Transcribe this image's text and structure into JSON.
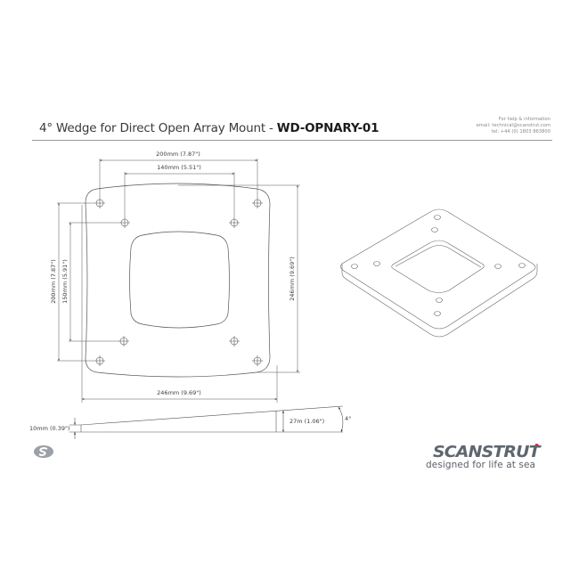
{
  "header": {
    "title_prefix": "4° Wedge for Direct Open Array Mount - ",
    "part_number": "WD-OPNARY-01",
    "help": {
      "line1": "For help & information",
      "line2": "email: technical@scanstrut.com",
      "line3": "tel:  +44 (0) 1803 863800"
    }
  },
  "top_view": {
    "dim_hole_outer_width": "200mm (7.87\")",
    "dim_hole_inner_width": "140mm (5.51\")",
    "dim_hole_outer_height": "200mm (7.87\")",
    "dim_hole_inner_height": "150mm (5.91\")",
    "dim_overall_height": "246mm (9.69\")",
    "dim_overall_width": "246mm (9.69\")"
  },
  "side_view": {
    "dim_thin_end": "10mm (0.39\")",
    "dim_thick_end": "27m (1.06\")",
    "dim_angle": "4°"
  },
  "brand": {
    "name": "SCANSTRUT",
    "tagline": "designed for life at sea",
    "accent_color": "#d0262a",
    "text_color": "#5e6670"
  },
  "icons": {
    "corner_logo": "scanstrut-s-logo-icon"
  }
}
